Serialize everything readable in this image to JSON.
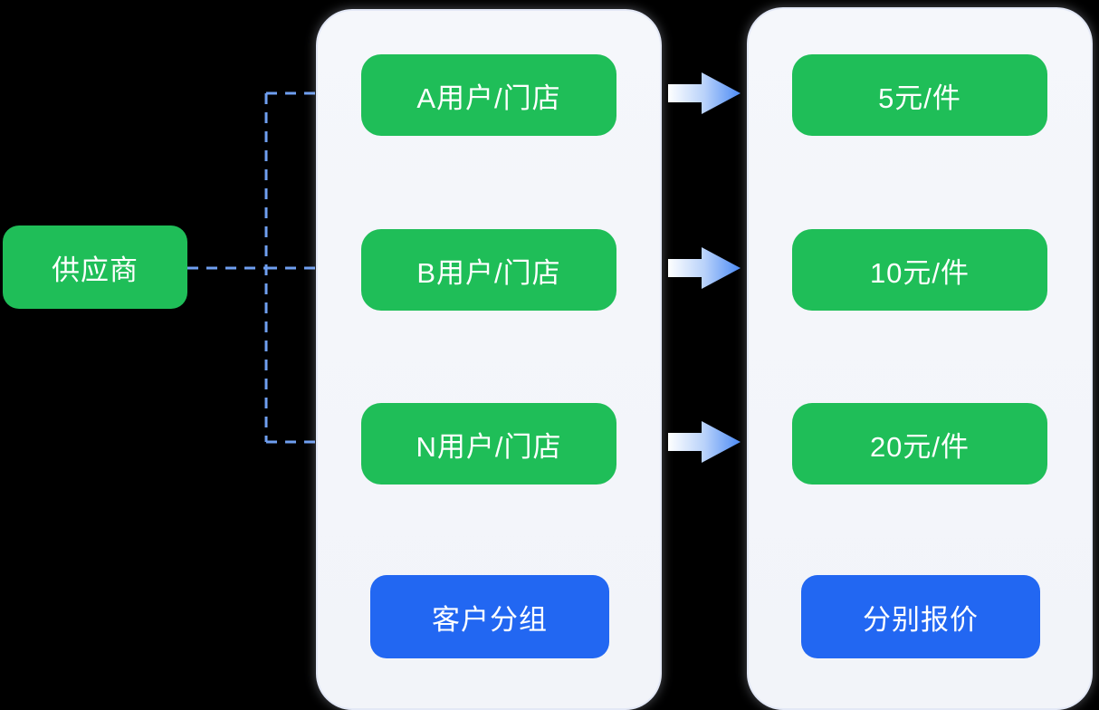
{
  "colors": {
    "green": "#1fbe58",
    "blue": "#2267f2",
    "dash-blue": "#6f9ff1",
    "arrow-blue": "#4c8bf5",
    "panel-bg": "#f2f4f9"
  },
  "supplier": {
    "label": "供应商"
  },
  "groups_panel": {
    "nodes": [
      {
        "label": "A用户/门店"
      },
      {
        "label": "B用户/门店"
      },
      {
        "label": "N用户/门店"
      }
    ],
    "caption": "客户分组"
  },
  "prices_panel": {
    "nodes": [
      {
        "label": "5元/件"
      },
      {
        "label": "10元/件"
      },
      {
        "label": "20元/件"
      }
    ],
    "caption": "分别报价"
  }
}
